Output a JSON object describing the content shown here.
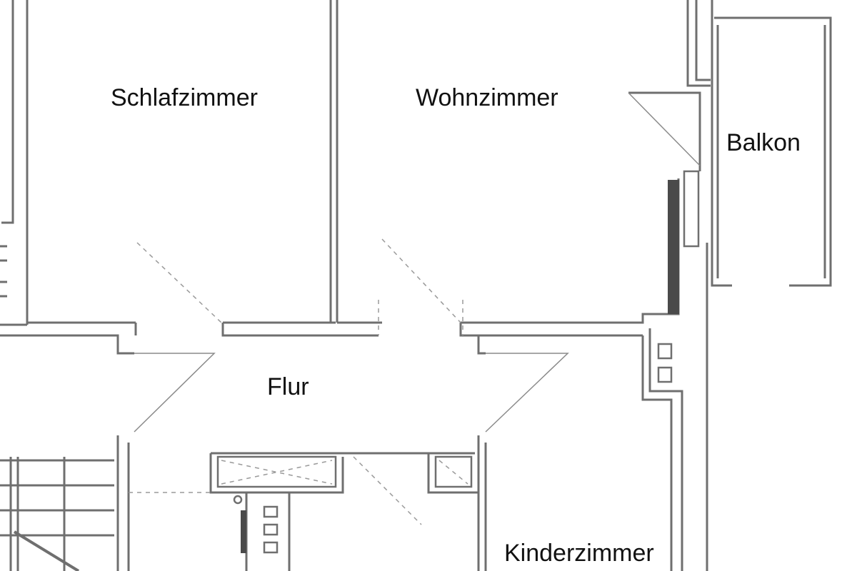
{
  "rooms": {
    "schlafzimmer": "Schlafzimmer",
    "wohnzimmer": "Wohnzimmer",
    "balkon": "Balkon",
    "flur": "Flur",
    "kinderzimmer": "Kinderzimmer"
  }
}
